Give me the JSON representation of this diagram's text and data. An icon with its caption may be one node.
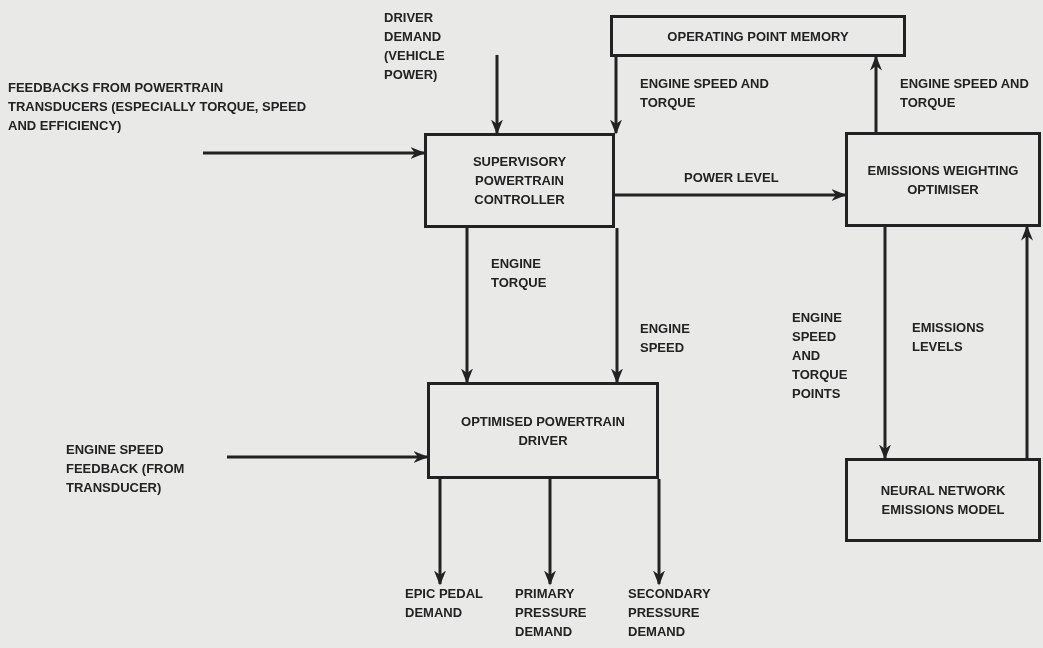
{
  "diagram": {
    "nodes": [
      {
        "text": [
          "DRIVER DEMAND (VEHICLE POWER)"
        ]
      },
      {
        "text": [
          "OPERATING POINT MEMORY"
        ]
      },
      {
        "text": [
          "FEEDBACKS FROM POWERTRAIN TRANSDUCERS (ESPECIALLY TORQUE, SPEED AND EFFICIENCY)"
        ]
      },
      {
        "text": [
          "SUPERVISORY POWERTRAIN CONTROLLER"
        ]
      },
      {
        "text": [
          "EMISSIONS WEIGHTING OPTIMISER"
        ]
      },
      {
        "text": [
          "OPTIMISED POWERTRAIN DRIVER"
        ]
      },
      {
        "text": [
          "ENGINE SPEED FEEDBACK (FROM TRANSDUCER)"
        ]
      },
      {
        "text": [
          "NEURAL NETWORK EMISSIONS MODEL"
        ]
      },
      {
        "text": [
          "EPIC PEDAL DEMAND"
        ]
      },
      {
        "text": [
          "PRIMARY PRESSURE DEMAND"
        ]
      },
      {
        "text": [
          "SECONDARY PRESSURE DEMAND"
        ]
      }
    ],
    "edges": [
      {
        "from": 0,
        "to": 3,
        "arrow": "to"
      },
      {
        "from": 1,
        "to": 3,
        "arrow": "to",
        "label": "ENGINE SPEED AND TORQUE"
      },
      {
        "from": 4,
        "to": 1,
        "arrow": "to",
        "label": "ENGINE SPEED AND TORQUE"
      },
      {
        "from": 2,
        "to": 3,
        "arrow": "to"
      },
      {
        "from": 3,
        "to": 4,
        "arrow": "to",
        "label": "POWER LEVEL"
      },
      {
        "from": 3,
        "to": 5,
        "arrow": "to",
        "label": "ENGINE TORQUE"
      },
      {
        "from": 3,
        "to": 5,
        "arrow": "to",
        "label": "ENGINE SPEED"
      },
      {
        "from": 4,
        "to": 7,
        "arrow": "to",
        "label": "ENGINE SPEED AND TORQUE POINTS"
      },
      {
        "from": 7,
        "to": 4,
        "arrow": "to",
        "label": "EMISSIONS LEVELS"
      },
      {
        "from": 6,
        "to": 5,
        "arrow": "to"
      },
      {
        "from": 5,
        "to": 8,
        "arrow": "to"
      },
      {
        "from": 5,
        "to": 9,
        "arrow": "to"
      },
      {
        "from": 5,
        "to": 10,
        "arrow": "to"
      }
    ]
  }
}
